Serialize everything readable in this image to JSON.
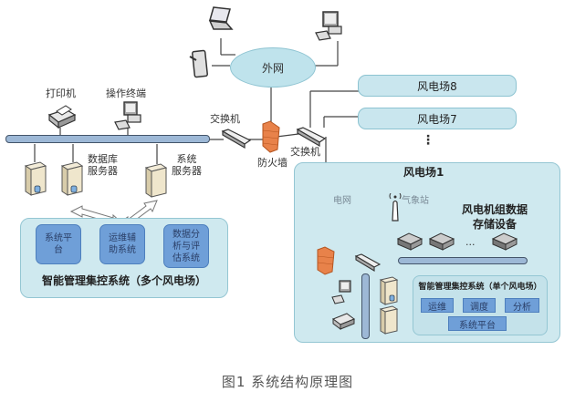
{
  "figure": {
    "caption": "图1  系统结构原理图"
  },
  "external_network": {
    "label": "外网",
    "devices": [
      "laptop",
      "tablet",
      "desktop-computer"
    ]
  },
  "central_site": {
    "printer_label": "打印机",
    "terminal_label": "操作终端",
    "db_server_label_line1": "数据库",
    "db_server_label_line2": "服务器",
    "sys_server_label_line1": "系统",
    "sys_server_label_line2": "服务器",
    "switch_left_label": "交换机",
    "switch_right_label": "交换机",
    "firewall_label": "防火墙"
  },
  "central_control": {
    "title": "智能管理集控系统（多个风电场）",
    "modules": [
      {
        "line1": "系统平",
        "line2": "台"
      },
      {
        "line1": "运维辅",
        "line2": "助系统"
      },
      {
        "line1": "数据分",
        "line2": "析与评",
        "line3": "估系统"
      }
    ]
  },
  "wind_farms": {
    "farm8": "风电场8",
    "farm7": "风电场7",
    "ellipsis": "⋮"
  },
  "wind_farm1": {
    "title": "风电场1",
    "grid_label": "电网",
    "weather_label": "气象站",
    "storage_label_line1": "风电机组数据",
    "storage_label_line2": "存储设备",
    "storage_ellipsis": "···",
    "local_control": {
      "title": "智能管理集控系统（单个风电场）",
      "modules": [
        "运维",
        "调度",
        "分析"
      ],
      "platform": "系统平台"
    }
  },
  "colors": {
    "panel_fill": "#cfe9ef",
    "module_fill": "#6f9fd8",
    "bus_fill": "#9db8d6",
    "firewall": "#e8824a",
    "cloud_fill": "#bfe3ec"
  }
}
